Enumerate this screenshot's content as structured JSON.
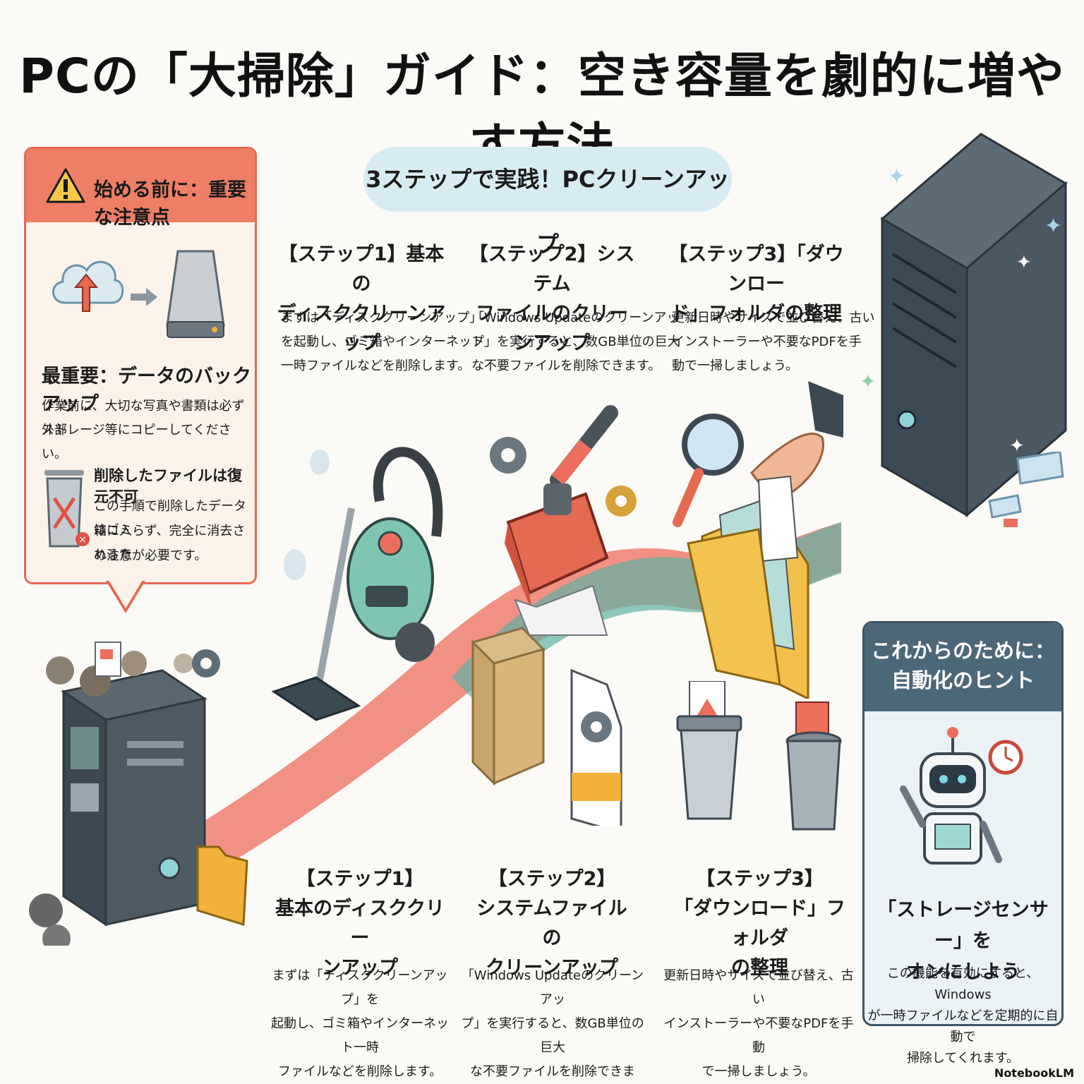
{
  "title": "PCの「大掃除」ガイド：空き容量を劇的に増やす方法",
  "warning": {
    "header": "始める前に：重要な注意点",
    "icon": "warning-icon",
    "backup_title": "最重要：データのバックアップ",
    "backup_line1": "作業前に、大切な写真や書類は必ず外部",
    "backup_line2": "ストレージ等にコピーしてください。",
    "delete_title": "削除したファイルは復元不可",
    "delete_line1": "この手順で削除したデータはゴミ",
    "delete_line2": "箱に入らず、完全に消去されるた",
    "delete_line3": "め注意が必要です。"
  },
  "steps_banner": "3ステップで実践！PCクリーンアップ",
  "steps_top": [
    {
      "title1": "【ステップ1】基本の",
      "title2": "ディスククリーンアップ",
      "line1": "まずは「ディスククリーンアップ」",
      "line2": "を起動し、ゴミ箱やインターネット",
      "line3": "一時ファイルなどを削除します。"
    },
    {
      "title1": "【ステップ2】システム",
      "title2": "ファイルのクリーンアップ",
      "line1": "「Windows Updateのクリーンアッ",
      "line2": "プ」を実行すると、数GB単位の巨大",
      "line3": "な不要ファイルを削除できます。"
    },
    {
      "title1": "【ステップ3】「ダウンロー",
      "title2": "ド」フォルダの整理",
      "line1": "更新日時やサイズで並び替え、古い",
      "line2": "インストーラーや不要なPDFを手",
      "line3": "動で一掃しましょう。"
    }
  ],
  "steps_bottom": [
    {
      "title1": "【ステップ1】",
      "title2": "基本のディスククリー",
      "title3": "ンアップ",
      "line1": "まずは「ディスククリーンアップ」を",
      "line2": "起動し、ゴミ箱やインターネット一時",
      "line3": "ファイルなどを削除します。"
    },
    {
      "title1": "【ステップ2】",
      "title2": "システムファイルの",
      "title3": "クリーンアップ",
      "line1": "「Windows Updateのクリーンアッ",
      "line2": "プ」を実行すると、数GB単位の巨大",
      "line3": "な不要ファイルを削除できます。"
    },
    {
      "title1": "【ステップ3】",
      "title2": "「ダウンロード」フォルダ",
      "title3": "の整理",
      "line1": "更新日時やサイズで並び替え、古い",
      "line2": "インストーラーや不要なPDFを手動",
      "line3": "で一掃しましょう。"
    }
  ],
  "automation": {
    "title1": "これからのために：",
    "title2": "自動化のヒント",
    "heading1": "「ストレージセンサー」を",
    "heading2": "オンにしよう",
    "line1": "この機能を有効にすると、Windows",
    "line2": "が一時ファイルなどを定期的に自動で",
    "line3": "掃除してくれます。"
  },
  "footer": "NotebookLM",
  "colors": {
    "accent_red": "#ee7e66",
    "banner_blue": "#d6ecf2",
    "panel_navy": "#4c6778",
    "ribbon_red": "#ec6e5c",
    "ribbon_teal": "#5fb0a2"
  }
}
